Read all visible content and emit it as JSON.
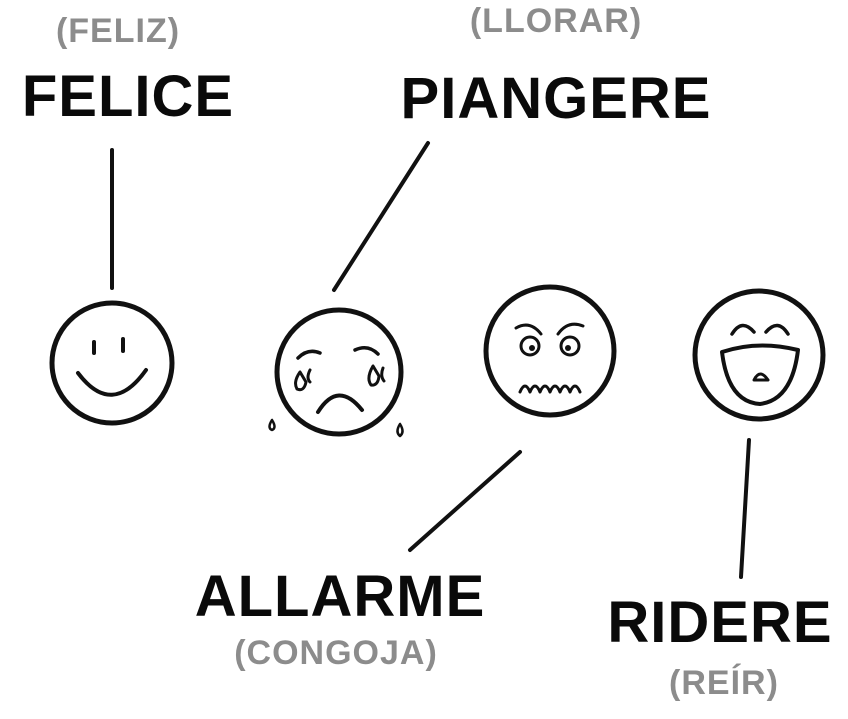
{
  "emotions": [
    {
      "id": "happy",
      "italian": "FELICE",
      "spanish": "(FELIZ)",
      "face_icon": "smiling-face"
    },
    {
      "id": "cry",
      "italian": "PIANGERE",
      "spanish": "(LLORAR)",
      "face_icon": "crying-face"
    },
    {
      "id": "alarm",
      "italian": "ALLARME",
      "spanish": "(CONGOJA)",
      "face_icon": "worried-face"
    },
    {
      "id": "laugh",
      "italian": "RIDERE",
      "spanish": "(REÍR)",
      "face_icon": "laughing-face"
    }
  ],
  "colors": {
    "ink": "#111111",
    "translation": "#8c8c8c",
    "background": "#ffffff"
  }
}
